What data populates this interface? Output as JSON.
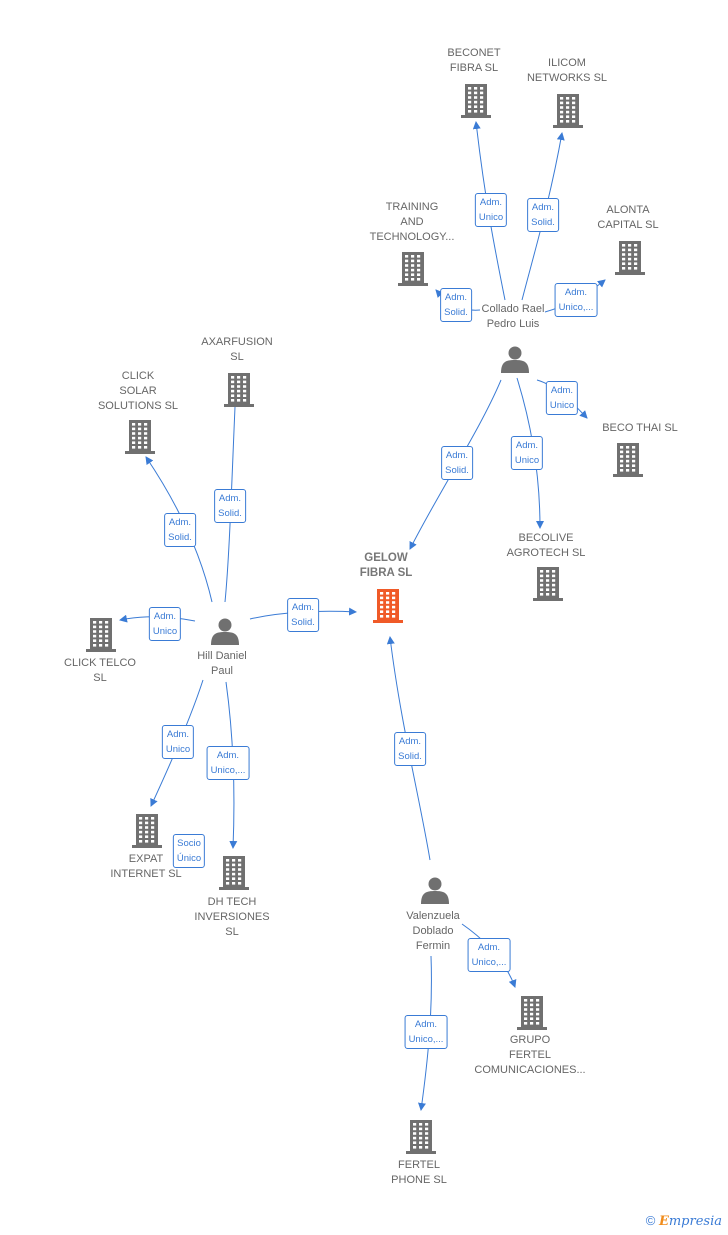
{
  "nodes": {
    "gelow": {
      "type": "company",
      "main": true,
      "lines": [
        "GELOW",
        "FIBRA  SL"
      ]
    },
    "beconet": {
      "type": "company",
      "lines": [
        "BECONET",
        "FIBRA  SL"
      ]
    },
    "ilicom": {
      "type": "company",
      "lines": [
        "ILICOM",
        "NETWORKS  SL"
      ]
    },
    "training": {
      "type": "company",
      "lines": [
        "TRAINING",
        "AND",
        "TECHNOLOGY..."
      ]
    },
    "alonta": {
      "type": "company",
      "lines": [
        "ALONTA",
        "CAPITAL  SL"
      ]
    },
    "collado": {
      "type": "person",
      "lines": [
        "Collado Rael",
        "Pedro Luis"
      ]
    },
    "becothai": {
      "type": "company",
      "lines": [
        "BECO THAI  SL"
      ]
    },
    "becolive": {
      "type": "company",
      "lines": [
        "BECOLIVE",
        "AGROTECH  SL"
      ]
    },
    "axarfusion": {
      "type": "company",
      "lines": [
        "AXARFUSION",
        "SL"
      ]
    },
    "clicksolar": {
      "type": "company",
      "lines": [
        "CLICK",
        "SOLAR",
        "SOLUTIONS  SL"
      ]
    },
    "hill": {
      "type": "person",
      "lines": [
        "Hill Daniel",
        "Paul"
      ]
    },
    "clicktelco": {
      "type": "company",
      "lines": [
        "CLICK TELCO",
        "SL"
      ]
    },
    "expat": {
      "type": "company",
      "lines": [
        "EXPAT",
        "INTERNET  SL"
      ]
    },
    "dhtech": {
      "type": "company",
      "lines": [
        "DH TECH",
        "INVERSIONES",
        "SL"
      ]
    },
    "valenzuela": {
      "type": "person",
      "lines": [
        "Valenzuela",
        "Doblado",
        "Fermin"
      ]
    },
    "grupofertel": {
      "type": "company",
      "lines": [
        "GRUPO",
        "FERTEL",
        "COMUNICACIONES..."
      ]
    },
    "fertelphone": {
      "type": "company",
      "lines": [
        "FERTEL",
        "PHONE  SL"
      ]
    }
  },
  "edges": [
    {
      "from": "collado",
      "to": "beconet",
      "lines": [
        "Adm.",
        "Unico"
      ]
    },
    {
      "from": "collado",
      "to": "ilicom",
      "lines": [
        "Adm.",
        "Solid."
      ]
    },
    {
      "from": "collado",
      "to": "training",
      "lines": [
        "Adm.",
        "Solid."
      ]
    },
    {
      "from": "collado",
      "to": "alonta",
      "lines": [
        "Adm.",
        "Unico,..."
      ]
    },
    {
      "from": "collado",
      "to": "becothai",
      "lines": [
        "Adm.",
        "Unico"
      ]
    },
    {
      "from": "collado",
      "to": "becolive",
      "lines": [
        "Adm.",
        "Unico"
      ]
    },
    {
      "from": "collado",
      "to": "gelow",
      "lines": [
        "Adm.",
        "Solid."
      ]
    },
    {
      "from": "hill",
      "to": "axarfusion",
      "lines": [
        "Adm.",
        "Solid."
      ]
    },
    {
      "from": "hill",
      "to": "clicksolar",
      "lines": [
        "Adm.",
        "Solid."
      ]
    },
    {
      "from": "hill",
      "to": "clicktelco",
      "lines": [
        "Adm.",
        "Unico"
      ]
    },
    {
      "from": "hill",
      "to": "gelow",
      "lines": [
        "Adm.",
        "Solid."
      ]
    },
    {
      "from": "hill",
      "to": "expat",
      "lines": [
        "Adm.",
        "Unico"
      ]
    },
    {
      "from": "hill",
      "to": "dhtech",
      "lines": [
        "Adm.",
        "Unico,..."
      ]
    },
    {
      "from": "dhtech",
      "to": "expat",
      "lines": [
        "Socio",
        "Único"
      ],
      "no_line": true
    },
    {
      "from": "valenzuela",
      "to": "gelow",
      "lines": [
        "Adm.",
        "Solid."
      ]
    },
    {
      "from": "valenzuela",
      "to": "grupofertel",
      "lines": [
        "Adm.",
        "Unico,..."
      ]
    },
    {
      "from": "valenzuela",
      "to": "fertelphone",
      "lines": [
        "Adm.",
        "Unico,..."
      ]
    }
  ],
  "colors": {
    "edge": "#3a7bd5",
    "company": "#707070",
    "main_company": "#f05a28",
    "person": "#707070"
  },
  "brand": {
    "copyright": "©",
    "e": "E",
    "rest": "mpresia"
  }
}
